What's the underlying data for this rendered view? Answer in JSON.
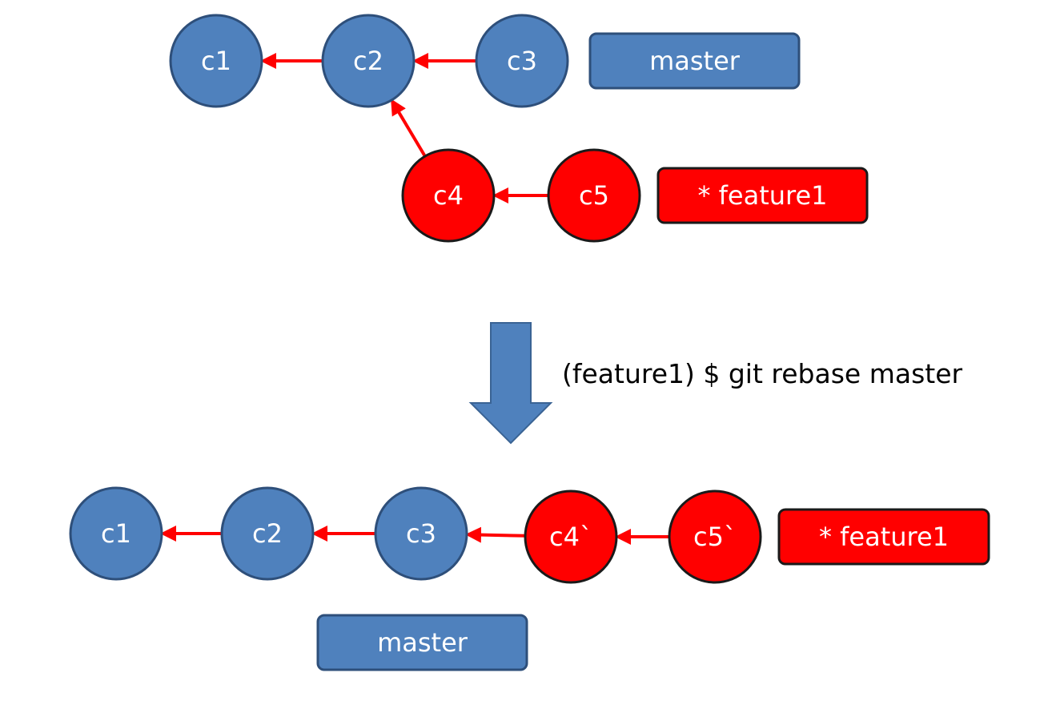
{
  "colors": {
    "commit_fill": "#4f81bd",
    "commit_stroke": "#2e4f7a",
    "feature_fill": "#ff0000",
    "feature_stroke": "#1a1a1a",
    "edge": "#ff0000",
    "big_arrow_fill": "#4f81bd",
    "big_arrow_stroke": "#3a6394",
    "text_on_node": "#ffffff",
    "caption": "#000000"
  },
  "before": {
    "commits": {
      "c1": {
        "label": "c1",
        "kind": "main"
      },
      "c2": {
        "label": "c2",
        "kind": "main"
      },
      "c3": {
        "label": "c3",
        "kind": "main"
      },
      "c4": {
        "label": "c4",
        "kind": "feature"
      },
      "c5": {
        "label": "c5",
        "kind": "feature"
      }
    },
    "edges": [
      {
        "from": "c2",
        "to": "c1"
      },
      {
        "from": "c3",
        "to": "c2"
      },
      {
        "from": "c4",
        "to": "c2"
      },
      {
        "from": "c5",
        "to": "c4"
      }
    ],
    "branches": {
      "master": {
        "label": "master",
        "kind": "main"
      },
      "feature1": {
        "label": "* feature1",
        "kind": "feature"
      }
    }
  },
  "command": {
    "text": "(feature1) $ git rebase master"
  },
  "after": {
    "commits": {
      "c1": {
        "label": "c1",
        "kind": "main"
      },
      "c2": {
        "label": "c2",
        "kind": "main"
      },
      "c3": {
        "label": "c3",
        "kind": "main"
      },
      "c4p": {
        "label": "c4`",
        "kind": "feature"
      },
      "c5p": {
        "label": "c5`",
        "kind": "feature"
      }
    },
    "edges": [
      {
        "from": "c2",
        "to": "c1"
      },
      {
        "from": "c3",
        "to": "c2"
      },
      {
        "from": "c4p",
        "to": "c3"
      },
      {
        "from": "c5p",
        "to": "c4p"
      }
    ],
    "branches": {
      "feature1": {
        "label": "* feature1",
        "kind": "feature"
      },
      "master": {
        "label": "master",
        "kind": "main"
      }
    }
  }
}
